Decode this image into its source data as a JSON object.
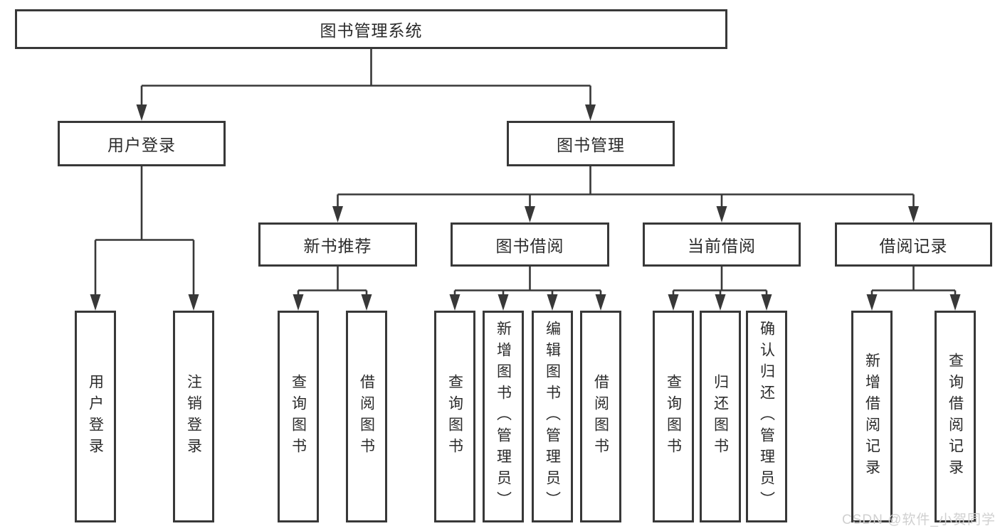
{
  "diagram_title": "图书管理系统",
  "tree": {
    "root": {
      "label": "图书管理系统",
      "children": [
        {
          "label": "用户登录",
          "children": [
            {
              "label": "用户登录"
            },
            {
              "label": "注销登录"
            }
          ]
        },
        {
          "label": "图书管理",
          "children": [
            {
              "label": "新书推荐",
              "children": [
                {
                  "label": "查询图书"
                },
                {
                  "label": "借阅图书"
                }
              ]
            },
            {
              "label": "图书借阅",
              "children": [
                {
                  "label": "查询图书"
                },
                {
                  "label": "新增图书（管理员）"
                },
                {
                  "label": "编辑图书（管理员）"
                },
                {
                  "label": "借阅图书"
                }
              ]
            },
            {
              "label": "当前借阅",
              "children": [
                {
                  "label": "查询图书"
                },
                {
                  "label": "归还图书"
                },
                {
                  "label": "确认归还（管理员）"
                }
              ]
            },
            {
              "label": "借阅记录",
              "children": [
                {
                  "label": "新增借阅记录"
                },
                {
                  "label": "查询借阅记录"
                }
              ]
            }
          ]
        }
      ]
    }
  },
  "watermark": {
    "text": "CSDN @软件_小贺同学",
    "color": "#d0d0d0"
  },
  "colors": {
    "line": "#383838",
    "box_border": "#383838",
    "text": "#2b2b2b",
    "background": "#ffffff"
  }
}
